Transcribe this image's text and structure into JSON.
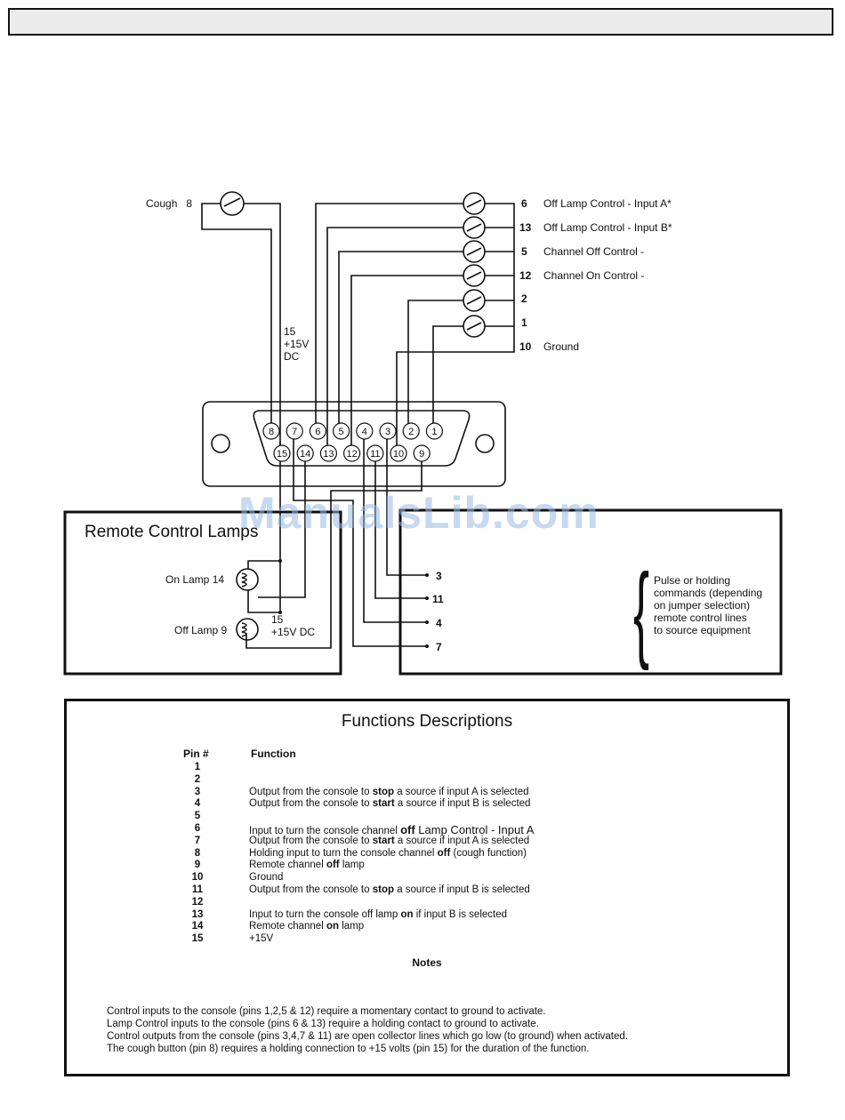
{
  "watermark": "ManualsLib.com",
  "switches": {
    "cough": {
      "label": "Cough",
      "pin": "8"
    },
    "right": [
      {
        "pin": "6",
        "label": "Off Lamp Control - Input A*"
      },
      {
        "pin": "13",
        "label": "Off Lamp Control - Input B*"
      },
      {
        "pin": "5",
        "label": "Channel Off Control -"
      },
      {
        "pin": "12",
        "label": "Channel On Control -"
      },
      {
        "pin": "2",
        "label": ""
      },
      {
        "pin": "1",
        "label": ""
      }
    ],
    "ground": {
      "pin": "10",
      "label": "Ground"
    }
  },
  "supply_top": {
    "line1": "15",
    "line2": "+15V",
    "line3": "DC"
  },
  "connector": {
    "top_row": [
      "8",
      "7",
      "6",
      "5",
      "4",
      "3",
      "2",
      "1"
    ],
    "bottom_row": [
      "15",
      "14",
      "13",
      "12",
      "11",
      "10",
      "9"
    ]
  },
  "remote_lamps": {
    "title": "Remote Control Lamps",
    "on_lamp": "On Lamp 14",
    "off_lamp": "Off Lamp 9",
    "supply_line1": "15",
    "supply_line2": "+15V DC"
  },
  "outputs": {
    "pins": [
      "3",
      "11",
      "4",
      "7"
    ],
    "note_lines": [
      "Pulse or holding",
      "commands (depending",
      "on jumper selection)",
      "remote control lines",
      "to source equipment"
    ]
  },
  "functions": {
    "title": "Functions Descriptions",
    "pin_header": "Pin #",
    "function_header": "Function",
    "rows": [
      {
        "pin": "1",
        "parts": []
      },
      {
        "pin": "2",
        "parts": []
      },
      {
        "pin": "3",
        "parts": [
          {
            "t": "Output from the console to "
          },
          {
            "t": "stop",
            "b": true
          },
          {
            "t": " a source if input A is selected"
          }
        ]
      },
      {
        "pin": "4",
        "parts": [
          {
            "t": "Output from the console to "
          },
          {
            "t": "start",
            "b": true
          },
          {
            "t": " a source if input B is selected"
          }
        ]
      },
      {
        "pin": "5",
        "parts": []
      },
      {
        "pin": "6",
        "parts": [
          {
            "t": "Input to turn the console channel  "
          },
          {
            "t": "off",
            "b": true
          },
          {
            "t": " Lamp Control - Input A",
            "big": true
          }
        ]
      },
      {
        "pin": "7",
        "parts": [
          {
            "t": "Output from the console to "
          },
          {
            "t": "start",
            "b": true
          },
          {
            "t": " a source if input A is selected"
          }
        ]
      },
      {
        "pin": "8",
        "parts": [
          {
            "t": "Holding input to turn the console channel "
          },
          {
            "t": "off",
            "b": true
          },
          {
            "t": " (cough function)"
          }
        ]
      },
      {
        "pin": "9",
        "parts": [
          {
            "t": "Remote channel "
          },
          {
            "t": "off",
            "b": true
          },
          {
            "t": " lamp"
          }
        ]
      },
      {
        "pin": "10",
        "parts": [
          {
            "t": "Ground"
          }
        ]
      },
      {
        "pin": "11",
        "parts": [
          {
            "t": "Output from the console to "
          },
          {
            "t": "stop",
            "b": true
          },
          {
            "t": " a source if input B is selected"
          }
        ]
      },
      {
        "pin": "12",
        "parts": []
      },
      {
        "pin": "13",
        "parts": [
          {
            "t": "Input to turn the console off lamp "
          },
          {
            "t": "on",
            "b": true
          },
          {
            "t": " if input B is selected"
          }
        ]
      },
      {
        "pin": "14",
        "parts": [
          {
            "t": "Remote channel "
          },
          {
            "t": "on",
            "b": true
          },
          {
            "t": " lamp"
          }
        ]
      },
      {
        "pin": "15",
        "parts": [
          {
            "t": "+15V"
          }
        ]
      }
    ],
    "notes_title": "Notes",
    "notes": [
      "Control inputs to the console (pins 1,2,5 & 12) require a momentary contact to ground to activate.",
      "Lamp Control inputs to the console (pins 6 & 13) require a holding contact to ground to activate.",
      "Control outputs from the console (pins 3,4,7 & 11) are open collector lines which go low (to ground) when activated.",
      "The cough button (pin 8) requires a holding connection to +15 volts (pin 15) for the duration of the function."
    ]
  }
}
